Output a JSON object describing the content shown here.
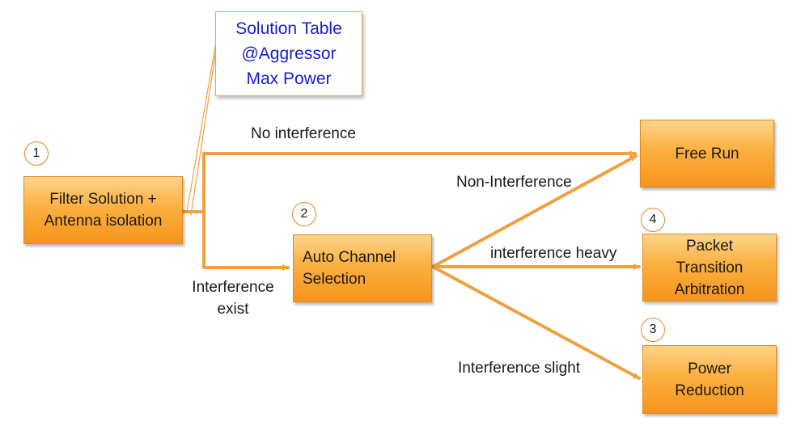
{
  "colors": {
    "connector": "#f0a040",
    "box_fill_top": "#fdd48a",
    "box_fill_bottom": "#f7941d",
    "callout_text": "#1a20c8",
    "callout_border": "#f0a050",
    "badge_border": "#e8821e"
  },
  "callout": {
    "lines": [
      "Solution Table",
      "@Aggressor",
      "Max Power"
    ]
  },
  "nodes": {
    "filter": {
      "badge": "1",
      "lines": [
        "Filter Solution +",
        "Antenna isolation"
      ]
    },
    "auto_channel": {
      "badge": "2",
      "lines": [
        "Auto Channel",
        "Selection"
      ]
    },
    "free_run": {
      "lines": [
        "Free Run"
      ]
    },
    "packet": {
      "badge": "4",
      "lines": [
        "Packet",
        "Transition",
        "Arbitration"
      ]
    },
    "power": {
      "badge": "3",
      "lines": [
        "Power",
        "Reduction"
      ]
    }
  },
  "edge_labels": {
    "no_interference": "No interference",
    "interference_exist": [
      "Interference",
      "exist"
    ],
    "non_interference": "Non-Interference",
    "interference_heavy": "interference heavy",
    "interference_slight": "Interference slight"
  }
}
